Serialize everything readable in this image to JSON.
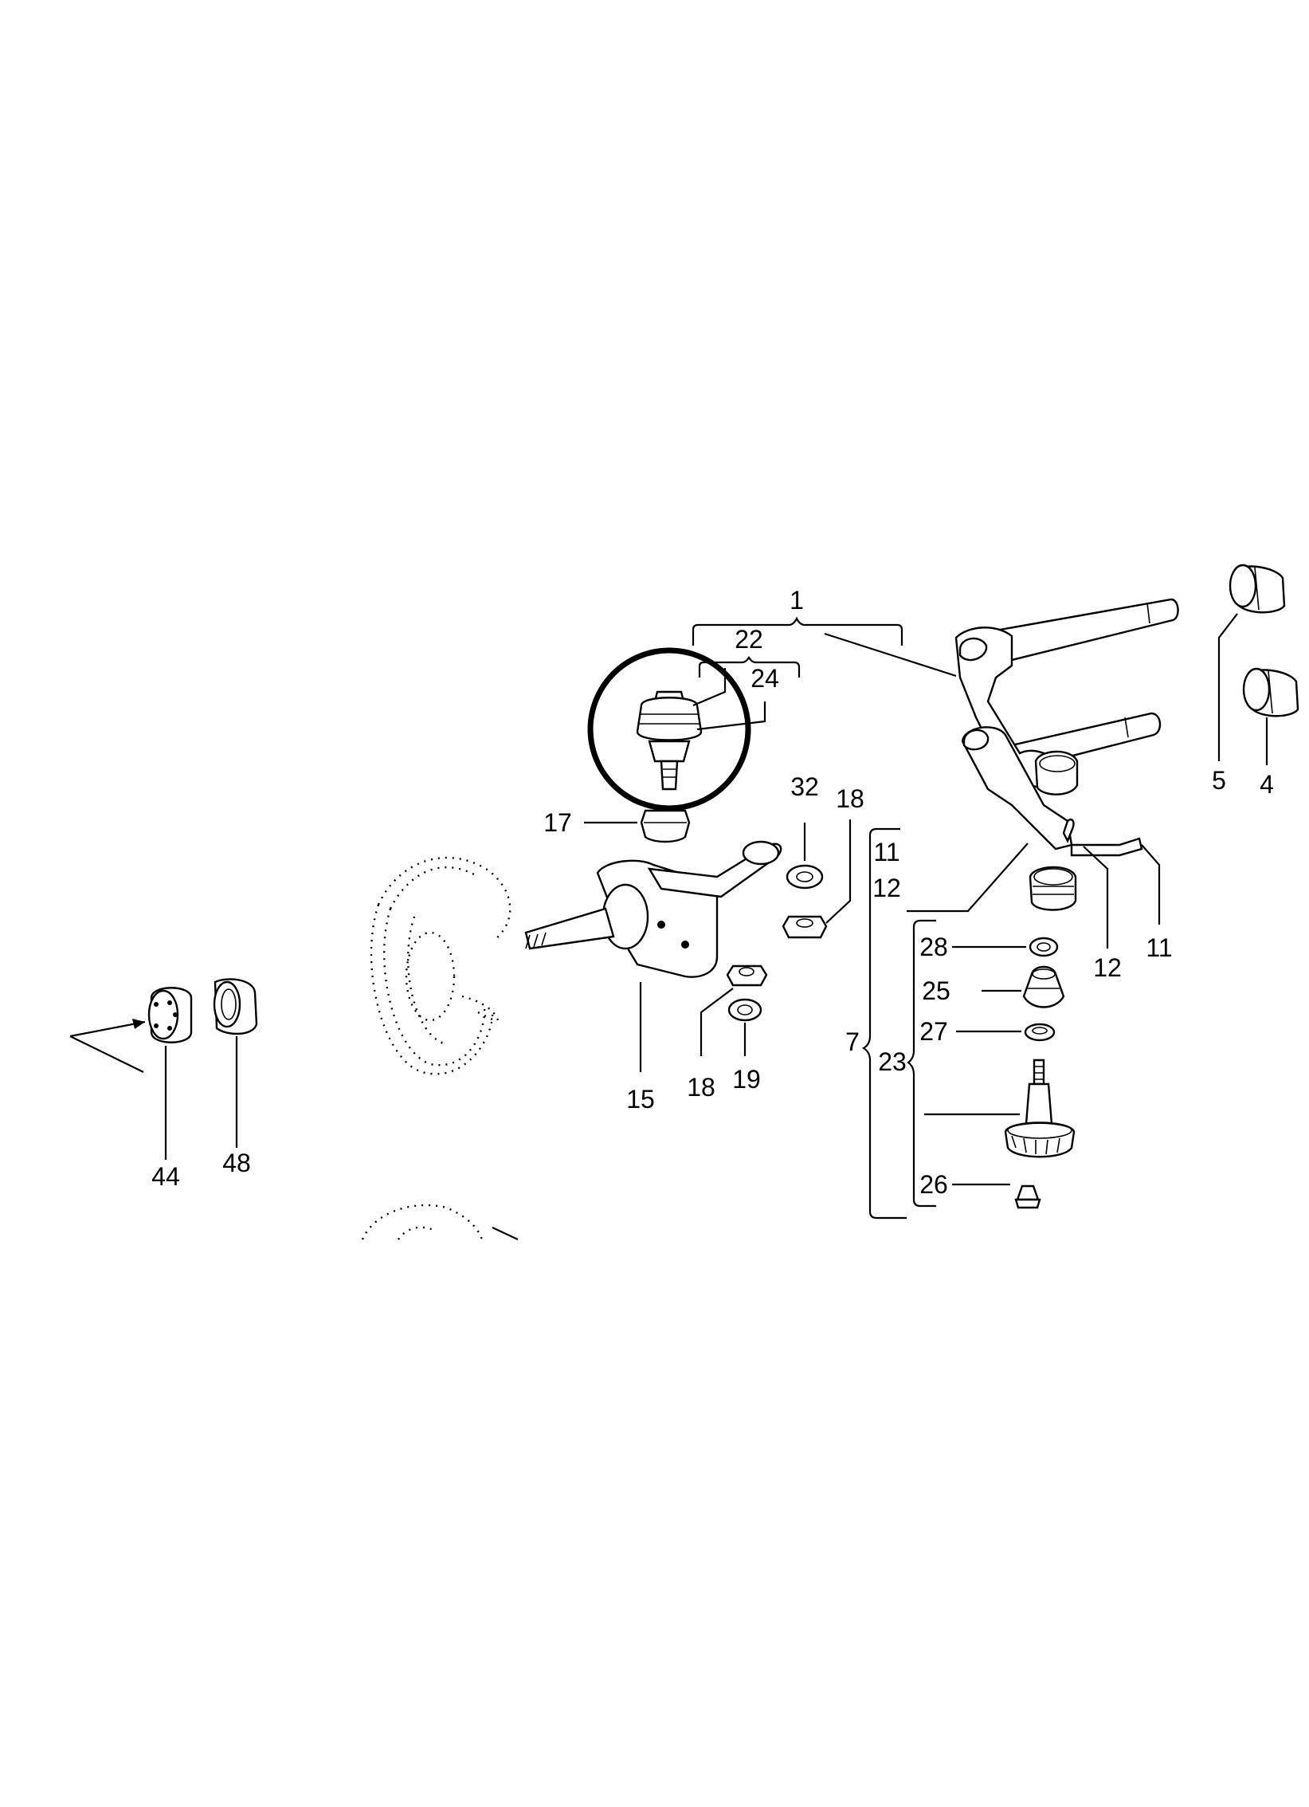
{
  "callouts": {
    "c1": "1",
    "c22": "22",
    "c24": "24",
    "c17": "17",
    "c32": "32",
    "c18a": "18",
    "c18b": "18",
    "c19": "19",
    "c15": "15",
    "c44": "44",
    "c48": "48",
    "c5": "5",
    "c4": "4",
    "c11a": "11",
    "c12a": "12",
    "c11b": "11",
    "c12b": "12",
    "c7": "7",
    "c23": "23",
    "c28": "28",
    "c25": "25",
    "c27": "27",
    "c26": "26"
  },
  "colors": {
    "ink": "#000000",
    "paper": "#ffffff"
  }
}
